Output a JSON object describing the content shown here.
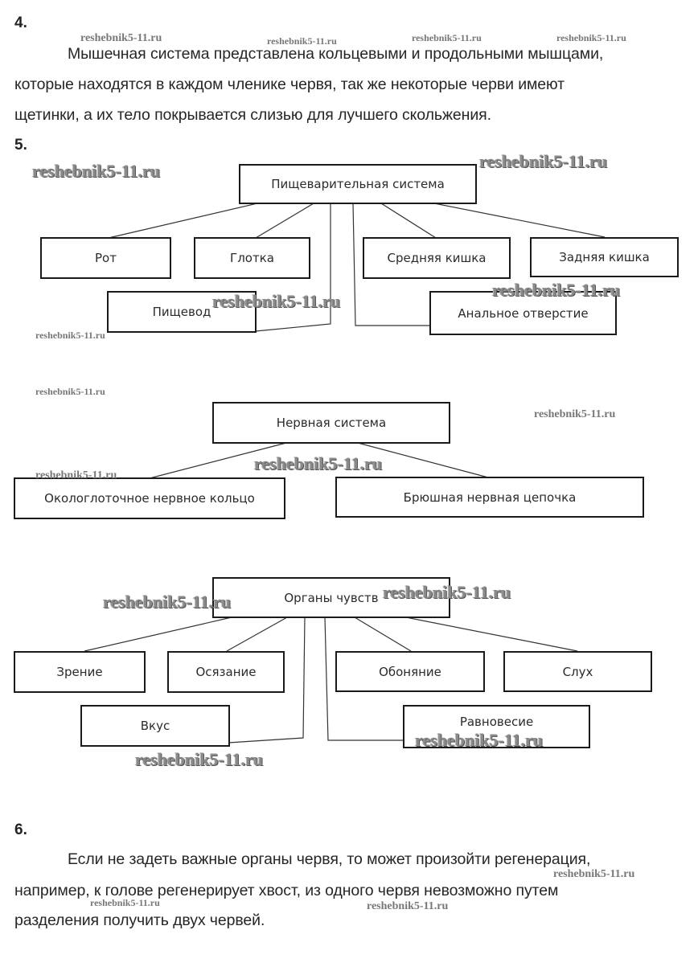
{
  "sections": {
    "q4": {
      "number": "4.",
      "lines": [
        "Мышечная система представлена кольцевыми и продольными мышцами,",
        "которые находятся в каждом членике червя, так же некоторые черви имеют",
        "щетинки, а их тело покрывается слизью для лучшего скольжения."
      ]
    },
    "q5": {
      "number": "5.",
      "digestive": {
        "root": "Пищеварительная система",
        "children": [
          "Рот",
          "Глотка",
          "Средняя кишка",
          "Задняя кишка",
          "Пищевод",
          "Анальное отверстие"
        ]
      },
      "nervous": {
        "root": "Нервная система",
        "children": [
          "Окологлоточное нервное кольцо",
          "Брюшная нервная цепочка"
        ]
      },
      "senses": {
        "root": "Органы чувств",
        "children": [
          "Зрение",
          "Осязание",
          "Обоняние",
          "Слух",
          "Вкус",
          "Равновесие"
        ]
      }
    },
    "q6": {
      "number": "6.",
      "lines": [
        "Если не задеть важные органы червя, то может произойти регенерация,",
        "например, к голове регенерирует хвост, из одного червя невозможно путем",
        "разделения получить двух червей."
      ]
    }
  },
  "watermark": "reshebnik5-11.ru"
}
